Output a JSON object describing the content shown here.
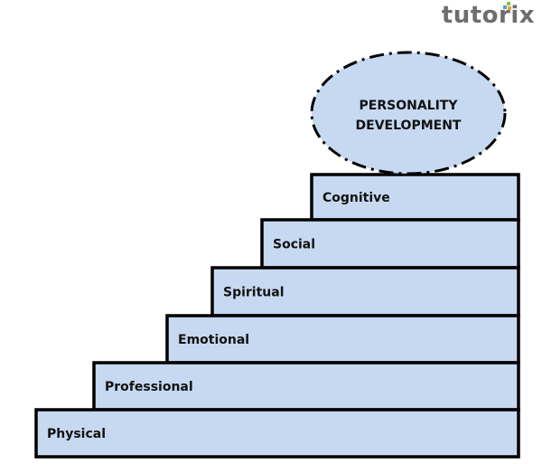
{
  "logo": {
    "text": "tutorix"
  },
  "goal": {
    "label_line1": "PERSONALITY",
    "label_line2": "DEVELOPMENT"
  },
  "steps": [
    {
      "label": "Physical"
    },
    {
      "label": "Professional"
    },
    {
      "label": "Emotional"
    },
    {
      "label": "Spiritual"
    },
    {
      "label": "Social"
    },
    {
      "label": "Cognitive"
    }
  ],
  "colors": {
    "fill": "#c6d9f1",
    "stroke": "#000000",
    "logo_text": "#6e6e6e",
    "logo_dot_blue": "#4fa3d9",
    "logo_dot_green": "#8cc63f",
    "logo_dot_orange": "#f4a53a"
  }
}
